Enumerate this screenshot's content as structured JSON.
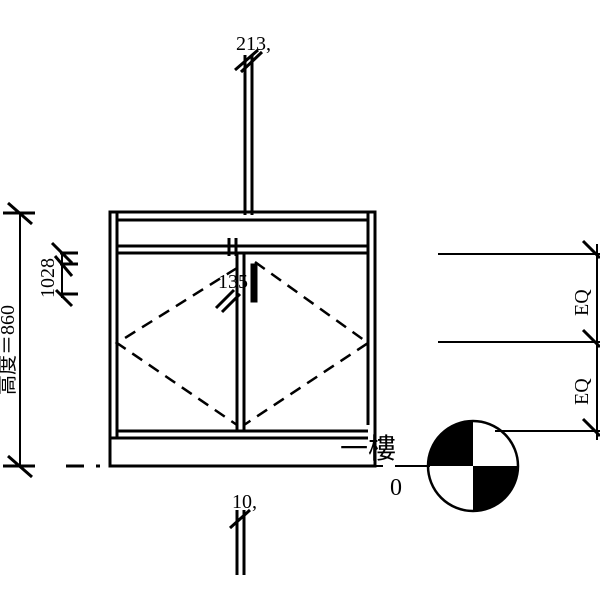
{
  "dimensions": {
    "top": "213,",
    "shelf": "135",
    "bottom": "10,",
    "left_small": "1028",
    "height": "高度＝860",
    "eq_upper": "EQ",
    "eq_lower": "EQ"
  },
  "level": {
    "floor": "一樓",
    "elevation": "0"
  },
  "colors": {
    "line": "#000000",
    "background": "#ffffff"
  }
}
